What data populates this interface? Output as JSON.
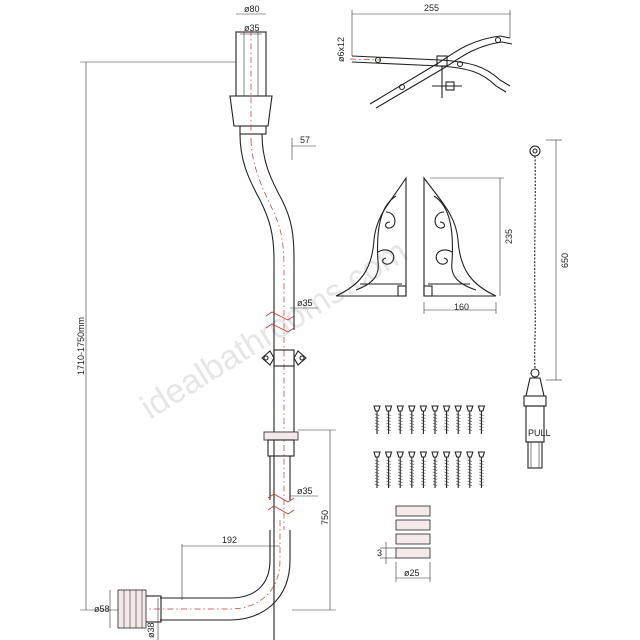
{
  "watermark": "idealbathrooms.com",
  "dimensions": {
    "cistern_outlet_dia": "ø80",
    "pipe_dia_top": "ø35",
    "offset": "57",
    "pipe_dia_mid": "ø35",
    "overall_height": "1710-1750mm",
    "pipe_dia_lower": "ø35",
    "lower_height": "750",
    "bend_length": "192",
    "pan_connector_dia": "ø58",
    "outlet_dia": "ø38",
    "bracket_width": "255",
    "bracket_bar": "ø6x12",
    "cistern_bracket_height": "235",
    "cistern_bracket_width": "160",
    "chain_length": "650",
    "pull_label": "PULL",
    "clip_thickness": "3",
    "clip_dia": "ø25"
  }
}
